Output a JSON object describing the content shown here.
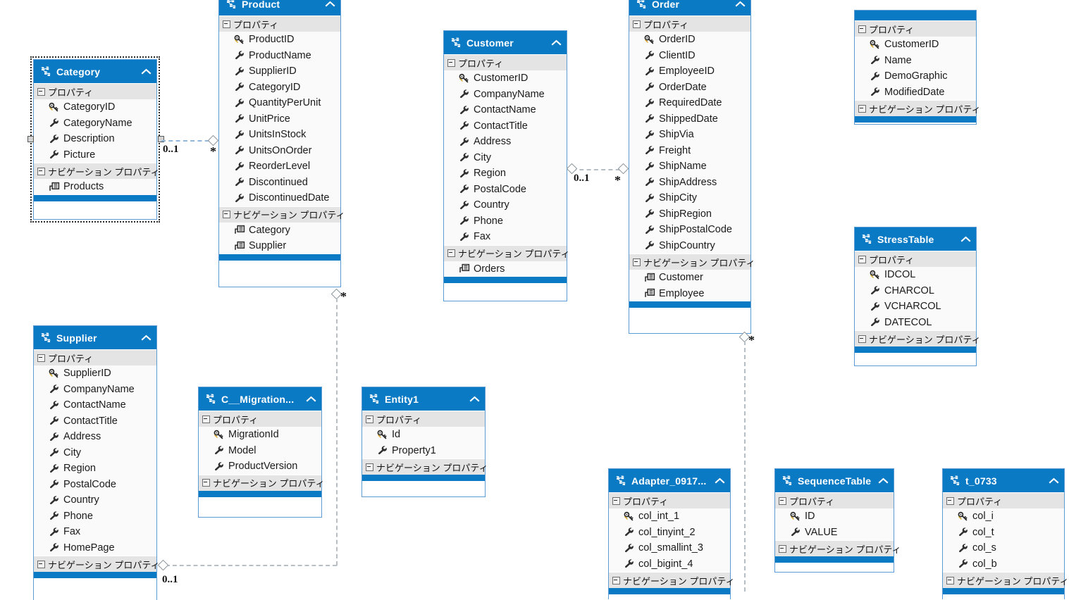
{
  "labels": {
    "properties_group": "プロパティ",
    "navigation_group": "ナビゲーション プロパティ",
    "mult_zero_one": "0..1",
    "mult_many": "*"
  },
  "colors": {
    "header_blue": "#0b7ac4",
    "group_gray": "#e4e4e4",
    "body_white": "#fafafa",
    "border_blue": "#5b9bd5",
    "connector_gray": "#9ea7ad"
  },
  "entities": [
    {
      "id": "category",
      "title": "Category",
      "selected": true,
      "properties": [
        "CategoryID",
        "CategoryName",
        "Description",
        "Picture"
      ],
      "key_property": "CategoryID",
      "navigation": [
        "Products"
      ]
    },
    {
      "id": "product",
      "title": "Product",
      "selected": false,
      "properties": [
        "ProductID",
        "ProductName",
        "SupplierID",
        "CategoryID",
        "QuantityPerUnit",
        "UnitPrice",
        "UnitsInStock",
        "UnitsOnOrder",
        "ReorderLevel",
        "Discontinued",
        "DiscontinuedDate"
      ],
      "key_property": "ProductID",
      "navigation": [
        "Category",
        "Supplier"
      ]
    },
    {
      "id": "customer",
      "title": "Customer",
      "selected": false,
      "properties": [
        "CustomerID",
        "CompanyName",
        "ContactName",
        "ContactTitle",
        "Address",
        "City",
        "Region",
        "PostalCode",
        "Country",
        "Phone",
        "Fax"
      ],
      "key_property": "CustomerID",
      "navigation": [
        "Orders"
      ]
    },
    {
      "id": "order",
      "title": "Order",
      "selected": false,
      "properties": [
        "OrderID",
        "ClientID",
        "EmployeeID",
        "OrderDate",
        "RequiredDate",
        "ShippedDate",
        "ShipVia",
        "Freight",
        "ShipName",
        "ShipAddress",
        "ShipCity",
        "ShipRegion",
        "ShipPostalCode",
        "ShipCountry"
      ],
      "key_property": "OrderID",
      "navigation": [
        "Customer",
        "Employee"
      ]
    },
    {
      "id": "customerdemographic",
      "title": "",
      "selected": false,
      "header_clipped": true,
      "properties": [
        "CustomerID",
        "Name",
        "DemoGraphic",
        "ModifiedDate"
      ],
      "key_property": "CustomerID",
      "navigation": []
    },
    {
      "id": "stresstable",
      "title": "StressTable",
      "selected": false,
      "properties": [
        "IDCOL",
        "CHARCOL",
        "VCHARCOL",
        "DATECOL"
      ],
      "key_property": "IDCOL",
      "navigation": []
    },
    {
      "id": "supplier",
      "title": "Supplier",
      "selected": false,
      "properties": [
        "SupplierID",
        "CompanyName",
        "ContactName",
        "ContactTitle",
        "Address",
        "City",
        "Region",
        "PostalCode",
        "Country",
        "Phone",
        "Fax",
        "HomePage"
      ],
      "key_property": "SupplierID",
      "navigation": []
    },
    {
      "id": "migrationhistory",
      "title": "C__Migration...",
      "selected": false,
      "properties": [
        "MigrationId",
        "Model",
        "ProductVersion"
      ],
      "key_property": "MigrationId",
      "navigation": []
    },
    {
      "id": "entity1",
      "title": "Entity1",
      "selected": false,
      "properties": [
        "Id",
        "Property1"
      ],
      "key_property": "Id",
      "navigation": []
    },
    {
      "id": "adapter",
      "title": "Adapter_0917...",
      "selected": false,
      "properties": [
        "col_int_1",
        "col_tinyint_2",
        "col_smallint_3",
        "col_bigint_4"
      ],
      "key_property": "col_int_1",
      "navigation": []
    },
    {
      "id": "sequencetable",
      "title": "SequenceTable",
      "selected": false,
      "properties": [
        "ID",
        "VALUE"
      ],
      "key_property": "ID",
      "navigation": []
    },
    {
      "id": "t0733",
      "title": "t_0733",
      "selected": false,
      "properties": [
        "col_i",
        "col_t",
        "col_s",
        "col_b"
      ],
      "key_property": "col_i",
      "navigation": []
    }
  ],
  "associations": [
    {
      "id": "category-product",
      "from_label": "0..1",
      "to_label": "*"
    },
    {
      "id": "customer-order",
      "from_label": "0..1",
      "to_label": "*"
    },
    {
      "id": "product-supplier",
      "from_label": "0..1",
      "to_label": "*"
    },
    {
      "id": "order-down",
      "from_label": "",
      "to_label": "*"
    }
  ],
  "icons": {
    "entity": "entity-icon",
    "collapse": "chevron-up-icon",
    "key": "key-icon",
    "scalar": "wrench-icon",
    "navigation": "navigation-property-icon",
    "expander": "collapse-box-icon"
  }
}
